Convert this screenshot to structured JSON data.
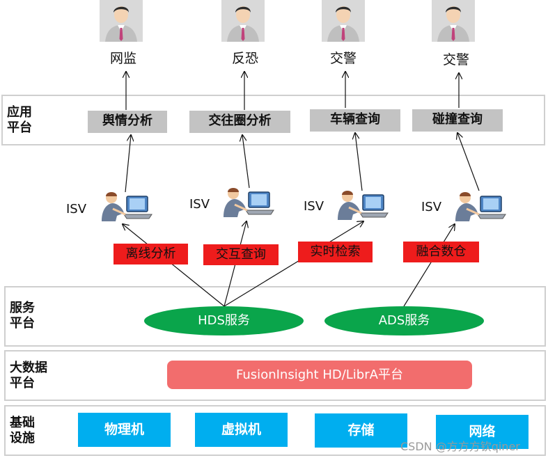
{
  "users": [
    {
      "label": "网监"
    },
    {
      "label": "反恐"
    },
    {
      "label": "交警"
    },
    {
      "label": "交警"
    }
  ],
  "layers": {
    "application": {
      "label": "应用\n平台",
      "line1": "应用",
      "line2": "平台",
      "boxes": [
        "舆情分析",
        "交往圈分析",
        "车辆查询",
        "碰撞查询"
      ]
    },
    "service": {
      "line1": "服务",
      "line2": "平台",
      "services": [
        "HDS服务",
        "ADS服务"
      ]
    },
    "bigdata": {
      "line1": "大数据",
      "line2": "平台",
      "platform": "FusionInsight HD/LibrA平台"
    },
    "infra": {
      "line1": "基础",
      "line2": "设施",
      "boxes": [
        "物理机",
        "虚拟机",
        "存储",
        "网络"
      ]
    }
  },
  "isv": {
    "label": "ISV",
    "count": 4
  },
  "operations": [
    "离线分析",
    "交互查询",
    "实时检索",
    "融合数仓"
  ],
  "watermark": "CSDN @方方方钦qiner",
  "colors": {
    "gray_box": "#c3c3c3",
    "red_tag": "#ee1c1c",
    "service_ellipse": "#0aa54b",
    "platform_bar": "#f26d6d",
    "infra_box": "#00aeef",
    "layer_border": "#cfcfcf"
  }
}
